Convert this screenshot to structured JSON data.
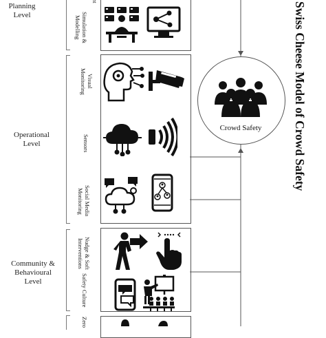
{
  "levels": {
    "planning": "Planning Level",
    "operational": [
      "Operational",
      "Level"
    ],
    "community": [
      "Community &",
      "Behavioural",
      "Level"
    ]
  },
  "sections": {
    "simulation": [
      "Simulation &",
      "Modelling"
    ],
    "planning_top_fragment": "nt",
    "visual": [
      "Visual",
      "Monitoring"
    ],
    "sensors": "Sensors",
    "social": [
      "Social Media",
      "Monitoring"
    ],
    "nudge": [
      "Nudge & Soft",
      "Interventions"
    ],
    "safety_culture": "Safety Culture",
    "bottom_fragment": "Zero"
  },
  "center": {
    "label": "Crowd Safety"
  },
  "title": "Swiss Cheese Model of Crowd Safety",
  "icons": [
    "control-room-icon",
    "network-icon",
    "ai-head-icon",
    "cctv-camera-icon",
    "cloud-iot-icon",
    "wireless-signal-icon",
    "social-chat-icon",
    "smartphone-network-icon",
    "person-arrow-icon",
    "touch-hand-icon",
    "phone-chat-icon",
    "presentation-icon",
    "crowd-icon"
  ]
}
